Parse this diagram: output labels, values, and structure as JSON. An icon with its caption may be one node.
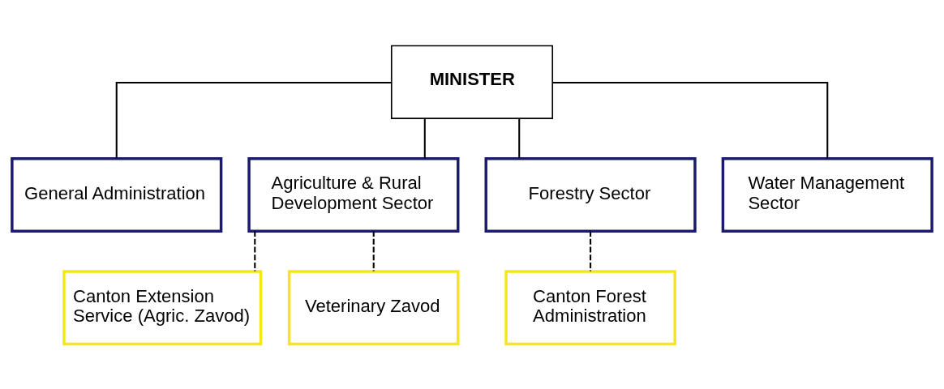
{
  "diagram": {
    "nodes": [
      {
        "text": [
          "MINISTER"
        ]
      },
      {
        "text": [
          "General Administration"
        ]
      },
      {
        "text": [
          "Agriculture & Rural Development Sector"
        ]
      },
      {
        "text": [
          "Forestry Sector"
        ]
      },
      {
        "text": [
          "Water Management Sector"
        ]
      },
      {
        "text": [
          "Canton Extension Service (Agric. Zavod)"
        ]
      },
      {
        "text": [
          "Veterinary Zavod"
        ]
      },
      {
        "text": [
          "Canton Forest Administration"
        ]
      }
    ],
    "edges": [
      {
        "from": 0,
        "to": 1,
        "arrow": "none"
      },
      {
        "from": 0,
        "to": 2,
        "arrow": "none"
      },
      {
        "from": 0,
        "to": 3,
        "arrow": "none"
      },
      {
        "from": 0,
        "to": 4,
        "arrow": "none"
      },
      {
        "from": 2,
        "to": 5,
        "arrow": "none",
        "style": "dashed"
      },
      {
        "from": 2,
        "to": 6,
        "arrow": "none",
        "style": "dashed"
      },
      {
        "from": 3,
        "to": 7,
        "arrow": "none",
        "style": "dashed"
      }
    ]
  }
}
